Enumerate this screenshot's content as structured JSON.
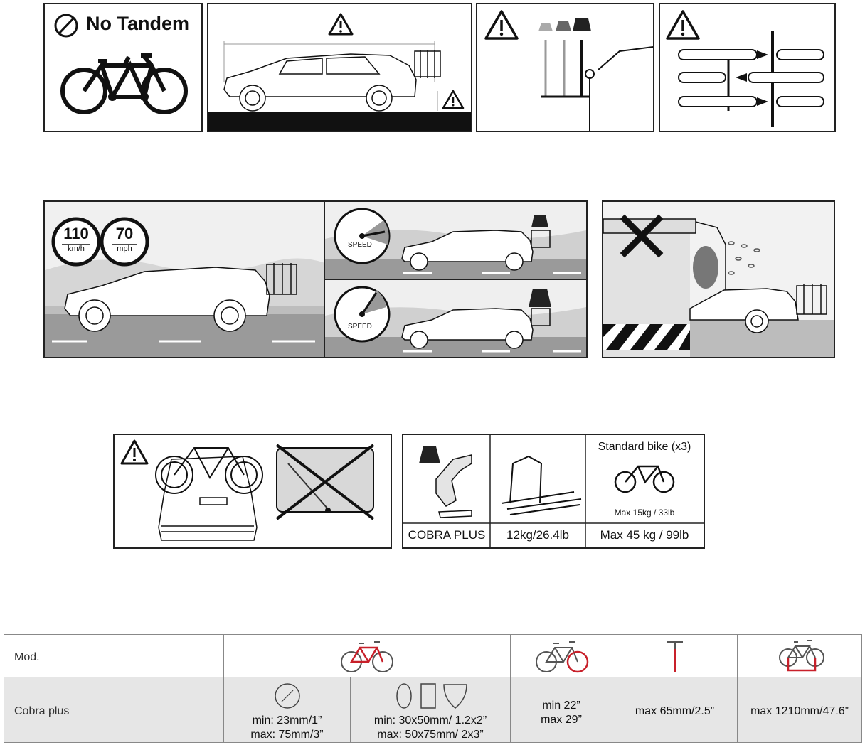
{
  "row1": {
    "tandem_label": "No Tandem"
  },
  "row2": {
    "speed_kmh": "110",
    "unit_kmh": "km/h",
    "speed_mph": "70",
    "unit_mph": "mph",
    "speed_label_top": "SPEED",
    "speed_label_bottom": "SPEED"
  },
  "row3": {
    "product_name": "COBRA PLUS",
    "rack_weight": "12kg/26.4lb",
    "bike_caption": "Standard bike (x3)",
    "bike_max": "Max 15kg / 33lb",
    "total_max": "Max 45 kg / 99lb"
  },
  "spec_table": {
    "header_label": "Mod.",
    "model": "Cobra plus",
    "frame_round_min": "min: 23mm/1”",
    "frame_round_max": "max: 75mm/3”",
    "frame_shape_min": "min: 30x50mm/ 1.2x2”",
    "frame_shape_max": "max: 50x75mm/ 2x3”",
    "wheel_min": "min 22”",
    "wheel_max": "max 29”",
    "seatpost": "max 65mm/2.5”",
    "wheelbase": "max 1210mm/47.6”"
  },
  "colors": {
    "accent_red": "#c8202a",
    "road_gray": "#9a9a9a",
    "sky_gray": "#e2e2e2",
    "row_gray": "#e6e6e6"
  },
  "icons": [
    "prohibited-icon",
    "tandem-bike-icon",
    "warning-icon",
    "weight-icon",
    "speedometer-icon",
    "bike-icon",
    "cross-icon",
    "frame-tube-icon",
    "wheel-icon",
    "seatpost-icon",
    "wheelbase-icon"
  ]
}
